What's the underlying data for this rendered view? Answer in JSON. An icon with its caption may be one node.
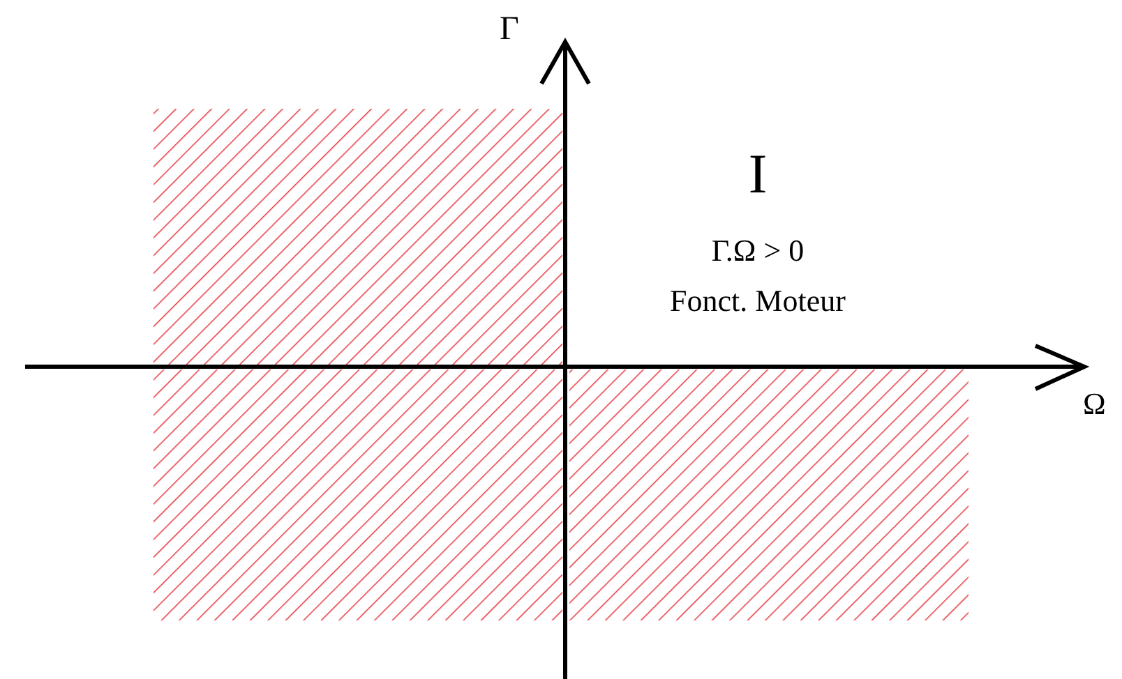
{
  "diagram": {
    "nodes": [
      {
        "text": [],
        "shape": "box"
      },
      {
        "text": [],
        "shape": "box"
      },
      {
        "text": [],
        "shape": "box"
      }
    ],
    "labels": [
      "Γ",
      "I",
      "Γ.Ω > 0",
      "Fonct. Moteur",
      "Ω"
    ]
  }
}
